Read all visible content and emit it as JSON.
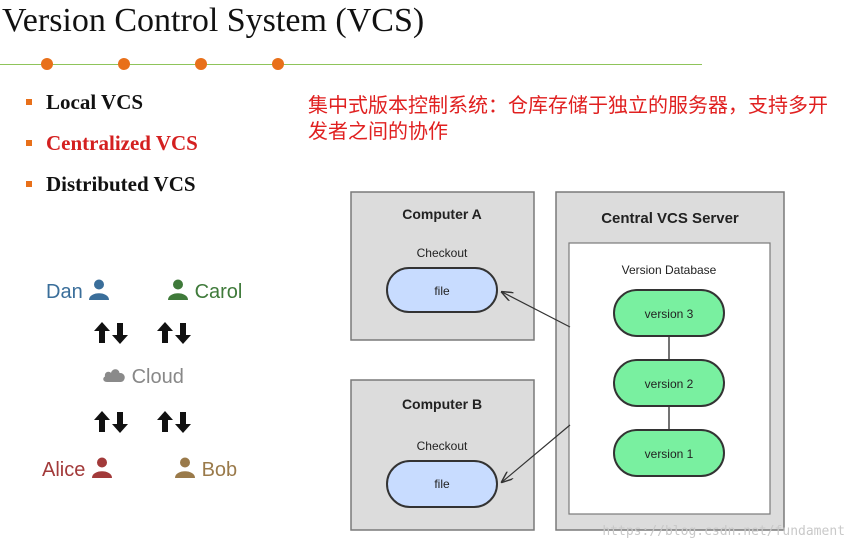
{
  "title": "Version Control System (VCS)",
  "bullets": [
    {
      "label": "Local VCS",
      "active": false
    },
    {
      "label": "Centralized VCS",
      "active": true
    },
    {
      "label": "Distributed VCS",
      "active": false
    }
  ],
  "note": "集中式版本控制系统：仓库存储于独立的服务器，支持多开发者之间的协作",
  "people": {
    "dan": "Dan",
    "carol": "Carol",
    "cloud": "Cloud",
    "alice": "Alice",
    "bob": "Bob"
  },
  "colors": {
    "dan": "#3a6e9a",
    "carol": "#3f7a3a",
    "alice": "#a23a3a",
    "bob": "#9a7a4a"
  },
  "diagram": {
    "computer_a": "Computer A",
    "computer_b": "Computer B",
    "checkout": "Checkout",
    "file": "file",
    "server": "Central VCS Server",
    "database": "Version Database",
    "versions": [
      "version 3",
      "version 2",
      "version 1"
    ]
  },
  "watermark": "https://blog.csdn.net/fundament"
}
